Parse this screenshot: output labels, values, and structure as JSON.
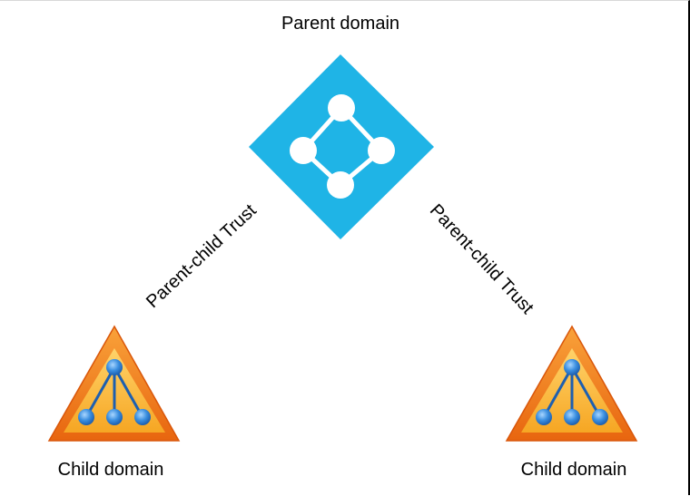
{
  "diagram": {
    "parent": {
      "label": "Parent domain",
      "icon": "azure-ad-domain-icon",
      "color": "#1fb4e6"
    },
    "children": [
      {
        "label": "Child domain",
        "icon": "domain-tree-triangle-icon"
      },
      {
        "label": "Child domain",
        "icon": "domain-tree-triangle-icon"
      }
    ],
    "trusts": [
      {
        "label": "Parent-child Trust"
      },
      {
        "label": "Parent-child Trust"
      }
    ],
    "colors": {
      "triangle_outer": "#f47c1a",
      "triangle_inner": "#fbb040",
      "node_blue": "#3b8fe0",
      "node_blue_light": "#8cc4f7"
    }
  }
}
